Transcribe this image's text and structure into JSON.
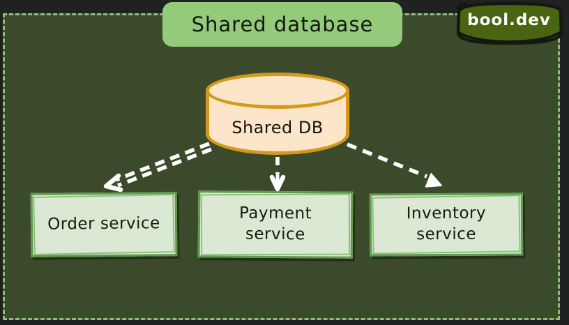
{
  "canvas": {
    "title": "Shared database"
  },
  "logo": {
    "text": "bool.dev"
  },
  "diagram": {
    "database": {
      "label": "Shared DB"
    },
    "services": [
      {
        "id": "order",
        "label": "Order service"
      },
      {
        "id": "payment",
        "label": "Payment\nservice"
      },
      {
        "id": "inventory",
        "label": "Inventory\nservice"
      }
    ],
    "arrows": [
      {
        "from": "shared-db",
        "to": "order-service",
        "style": "double-dashed"
      },
      {
        "from": "shared-db",
        "to": "payment-service",
        "style": "dashed"
      },
      {
        "from": "shared-db",
        "to": "inventory-service",
        "style": "dashed"
      }
    ]
  },
  "colors": {
    "outer_background": "#1f2221",
    "panel_background": "#3c4a2c",
    "panel_dashed_border": "#8fbf77",
    "title_fill": "#93cb7b",
    "logo_fill": "#4a6512",
    "db_fill": "#fce5c9",
    "db_stroke": "#d2991b",
    "service_fill": "#dbe8d3",
    "service_stroke": "#5d9c4b",
    "arrow": "#ffffff",
    "text": "#14180e"
  }
}
